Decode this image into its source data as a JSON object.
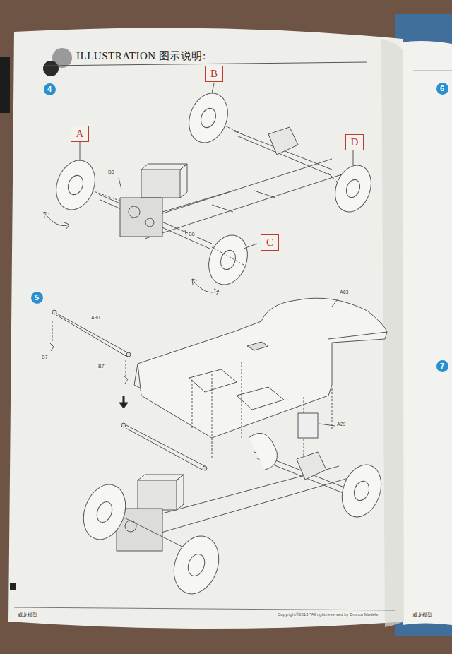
{
  "diagram": {
    "title": "ILLUSTRATION 图示说明:",
    "nodes": [
      {
        "text": [
          "4"
        ]
      },
      {
        "text": [
          "A"
        ]
      },
      {
        "text": [
          "B"
        ]
      },
      {
        "text": [
          "D"
        ]
      },
      {
        "text": [
          "C"
        ]
      },
      {
        "text": [
          "5"
        ]
      },
      {
        "text": [
          "6"
        ]
      },
      {
        "text": [
          "7"
        ]
      }
    ],
    "labels": [
      "B8",
      "B8",
      "A30",
      "B7",
      "B7",
      "A63",
      "A29",
      "Copyright©2013 *All right reserved by Bronco Models",
      "威龙模型",
      "威龙模型"
    ]
  }
}
